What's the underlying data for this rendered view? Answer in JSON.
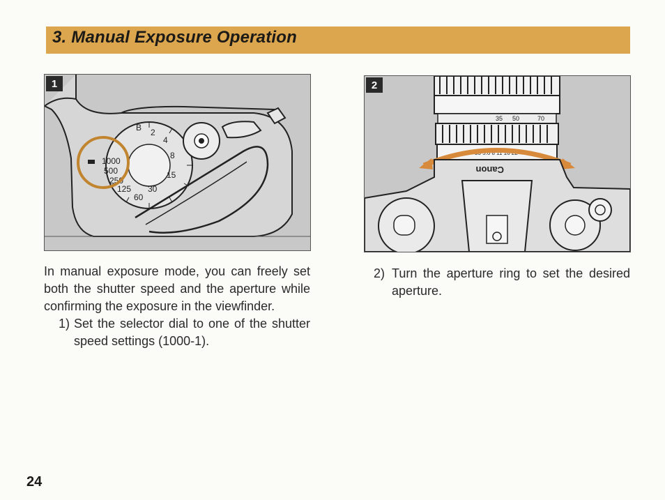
{
  "header": {
    "title": "3. Manual Exposure Operation",
    "accent_color": "#dba64e"
  },
  "figures": [
    {
      "number": "1",
      "dial_labels": [
        "B",
        "2",
        "4",
        "8",
        "15",
        "30",
        "60",
        "125",
        "250",
        "500",
        "1000"
      ],
      "highlight_color": "#c2852f"
    },
    {
      "number": "2",
      "brand": "Canon",
      "scale_labels": [
        "35",
        "50",
        "70"
      ],
      "aperture_scale": "35 5.6 8 11 16 22",
      "arrow_color": "#d88a3c"
    }
  ],
  "left_column": {
    "paragraph": "In manual exposure mode, you can freely set both the shutter speed and the aperture while confirming the exposure in the viewfinder.",
    "step1_num": "1)",
    "step1_text": "Set the selector dial to one of the shutter speed settings (1000-1)."
  },
  "right_column": {
    "step2_num": "2)",
    "step2_text": "Turn the aperture ring to set the desired aperture."
  },
  "page_number": "24"
}
